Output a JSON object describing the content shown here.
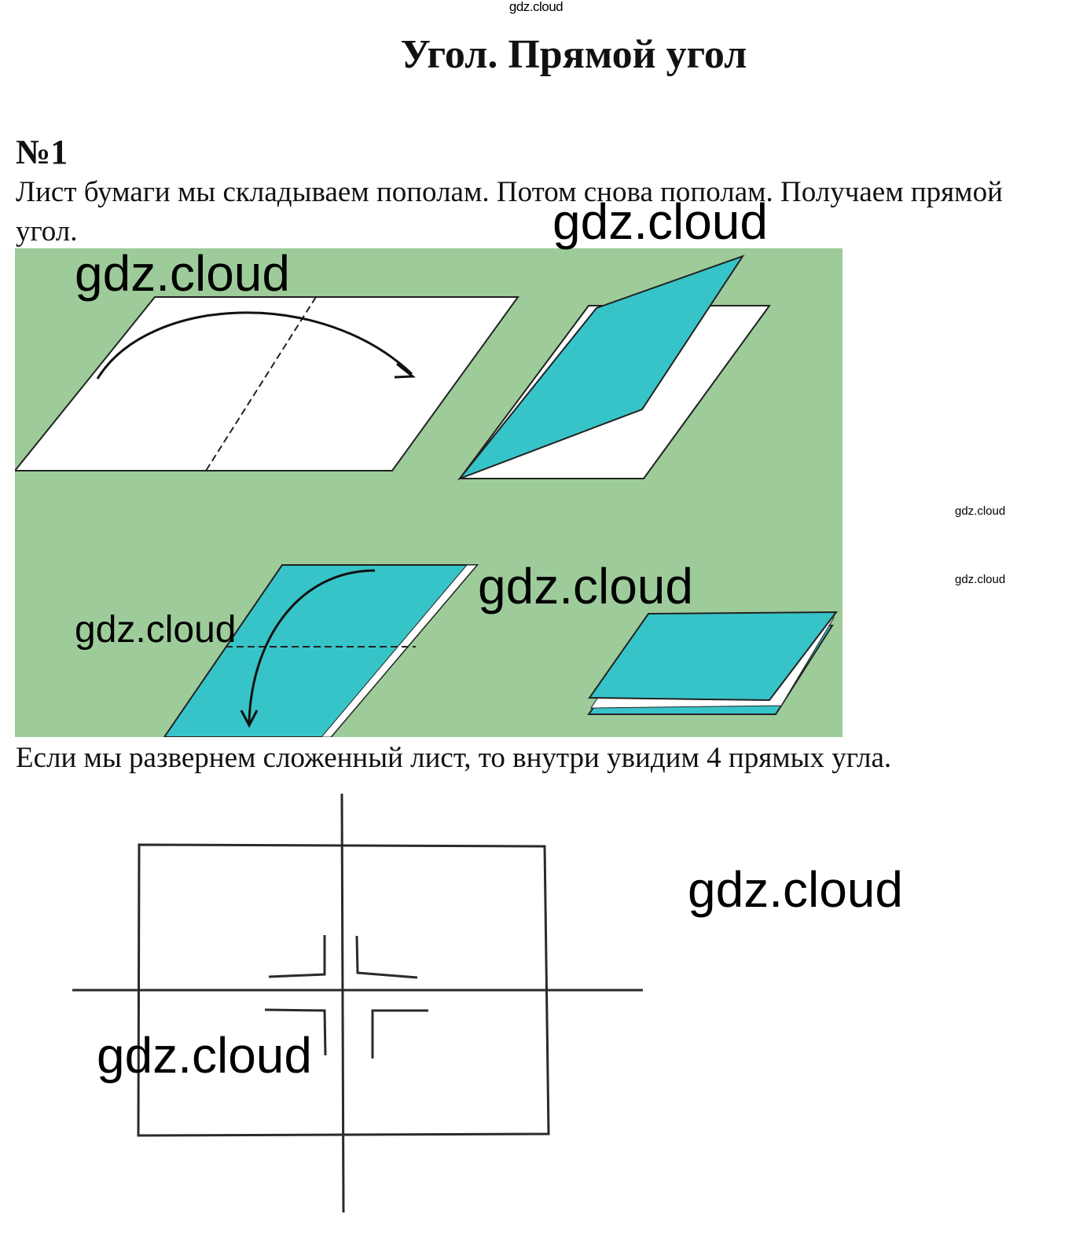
{
  "watermark": {
    "text": "gdz.cloud"
  },
  "title": "Угол. Прямой угол",
  "task": {
    "number": "№1",
    "paragraph1": "Лист бумаги мы складываем пополам. Потом снова пополам. Получаем прямой угол.",
    "paragraph2": "Если мы развернем сложенный лист, то внутри увидим 4 прямых угла."
  },
  "colors": {
    "illustration_background": "#9dcc9a",
    "folded_paper": "#37c4c8",
    "paper": "#ffffff",
    "line": "#222222"
  },
  "icons": {
    "fold_arrow": "curved-arrow-icon"
  }
}
